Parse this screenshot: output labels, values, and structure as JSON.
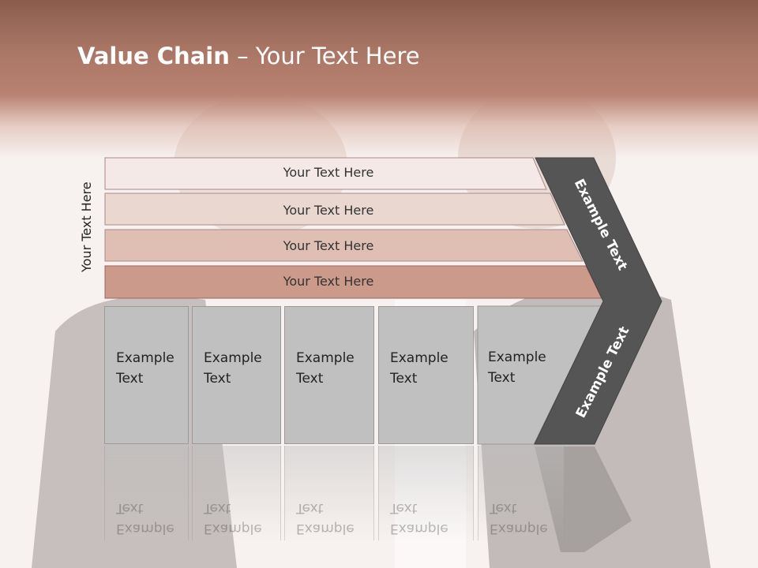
{
  "slide": {
    "title_bold": "Value Chain",
    "title_rest": " – Your Text Here",
    "vertical_label": "Your Text Here"
  },
  "rows": [
    {
      "label": "Your Text Here",
      "color": "#f4e9e6"
    },
    {
      "label": "Your Text Here",
      "color": "#ead7d0"
    },
    {
      "label": "Your Text Here",
      "color": "#dfbfb4"
    },
    {
      "label": "Your Text Here",
      "color": "#cb9a8a"
    }
  ],
  "boxes": [
    {
      "line1": "Example",
      "line2": "Text"
    },
    {
      "line1": "Example",
      "line2": "Text"
    },
    {
      "line1": "Example",
      "line2": "Text"
    },
    {
      "line1": "Example",
      "line2": "Text"
    },
    {
      "line1": "Example",
      "line2": "Text"
    }
  ],
  "chevron": {
    "upper_text": "Example Text",
    "lower_text": "Example Text",
    "color": "#555555"
  }
}
